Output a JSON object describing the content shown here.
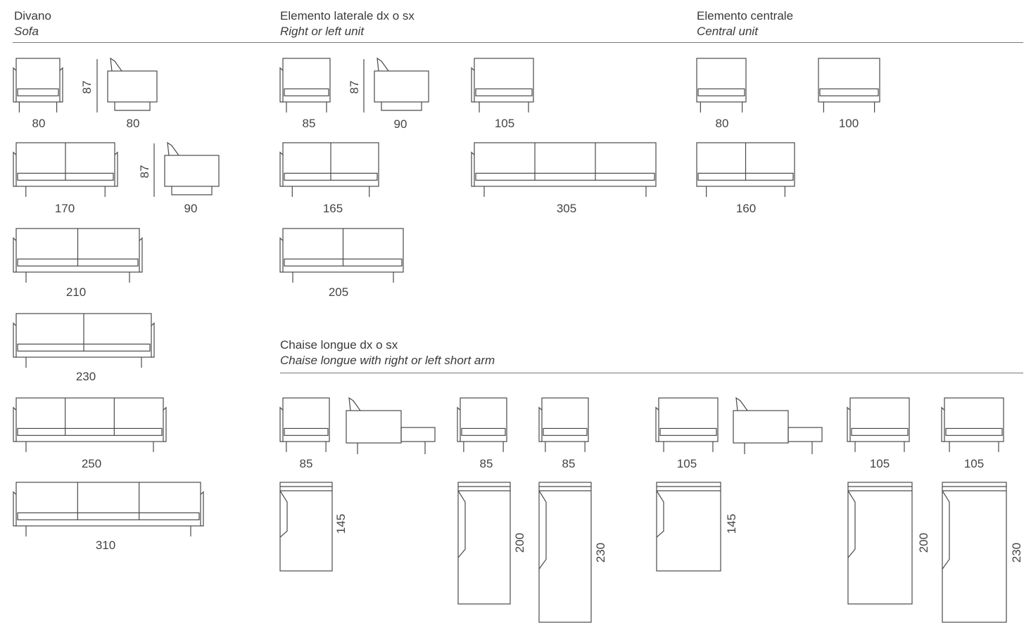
{
  "sections": {
    "sofa": {
      "title": "Divano",
      "subtitle": "Sofa"
    },
    "side_unit": {
      "title": "Elemento laterale dx o sx",
      "subtitle": "Right or left unit"
    },
    "central_unit": {
      "title": "Elemento centrale",
      "subtitle": "Central unit"
    },
    "chaise": {
      "title": "Chaise longue dx o sx",
      "subtitle": "Chaise longue with right or left short arm"
    }
  },
  "dims": {
    "sofa_armchair_w": "80",
    "sofa_height": "87",
    "sofa_armchair_side_d": "80",
    "sofa_170_w": "170",
    "sofa_height_2": "87",
    "sofa_side_d": "90",
    "sofa_210_w": "210",
    "sofa_230_w": "230",
    "sofa_250_w": "250",
    "sofa_310_w": "310",
    "side_85_w": "85",
    "side_height": "87",
    "side_side_d": "90",
    "side_105_w": "105",
    "side_165_w": "165",
    "side_305_w": "305",
    "side_205_w": "205",
    "central_80_w": "80",
    "central_100_w": "100",
    "central_160_w": "160",
    "chaise_a_w": "85",
    "chaise_b_w": "85",
    "chaise_c_w": "85",
    "chaise_d_w": "105",
    "chaise_e_w": "105",
    "chaise_f_w": "105",
    "chaise_a_len": "145",
    "chaise_b_len": "200",
    "chaise_c_len": "230",
    "chaise_d_len": "145",
    "chaise_e_len": "200",
    "chaise_f_len": "230"
  }
}
